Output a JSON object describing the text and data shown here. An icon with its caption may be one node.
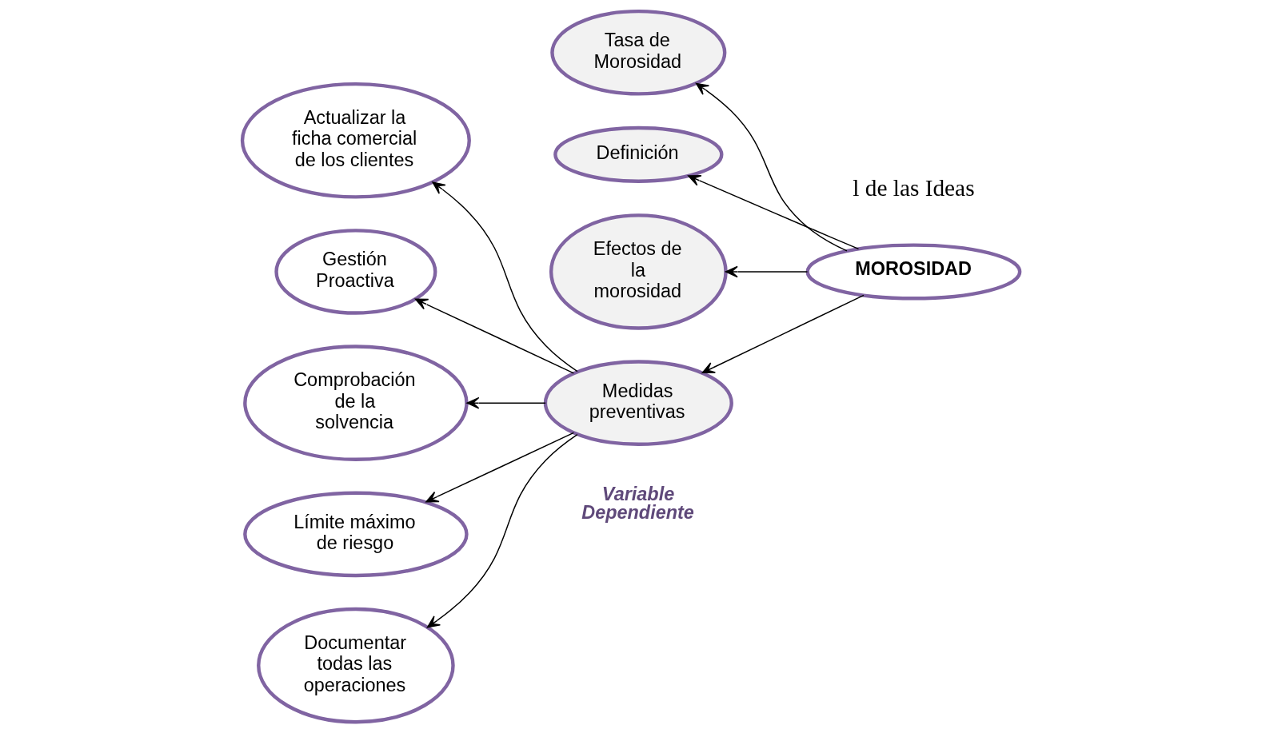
{
  "diagram": {
    "nodes": [
      {
        "text": [
          "Tasa de Morosidad"
        ]
      },
      {
        "text": [
          "Definición"
        ]
      },
      {
        "text": [
          "Efectos de la morosidad"
        ]
      },
      {
        "text": [
          "MOROSIDAD"
        ]
      },
      {
        "text": [
          "Actualizar la ficha comercial de los clientes"
        ]
      },
      {
        "text": [
          "Medidas preventivas"
        ]
      },
      {
        "text": [
          "Gestión Proactiva"
        ]
      },
      {
        "text": [
          "Comprobación de la solvencia"
        ]
      },
      {
        "text": [
          "Límite máximo de riesgo"
        ]
      },
      {
        "text": [
          "Documentar todas las operaciones"
        ]
      }
    ],
    "edges": [
      {
        "from": 3,
        "to": 0,
        "arrow": "to"
      },
      {
        "from": 3,
        "to": 1,
        "arrow": "to"
      },
      {
        "from": 3,
        "to": 2,
        "arrow": "to"
      },
      {
        "from": 3,
        "to": 5,
        "arrow": "to"
      },
      {
        "from": 5,
        "to": 4,
        "arrow": "to"
      },
      {
        "from": 5,
        "to": 6,
        "arrow": "to"
      },
      {
        "from": 5,
        "to": 7,
        "arrow": "to"
      },
      {
        "from": 5,
        "to": 8,
        "arrow": "to"
      },
      {
        "from": 5,
        "to": 9,
        "arrow": "to"
      }
    ],
    "labels": [
      "l de las Ideas",
      "Variable Dependiente"
    ]
  }
}
